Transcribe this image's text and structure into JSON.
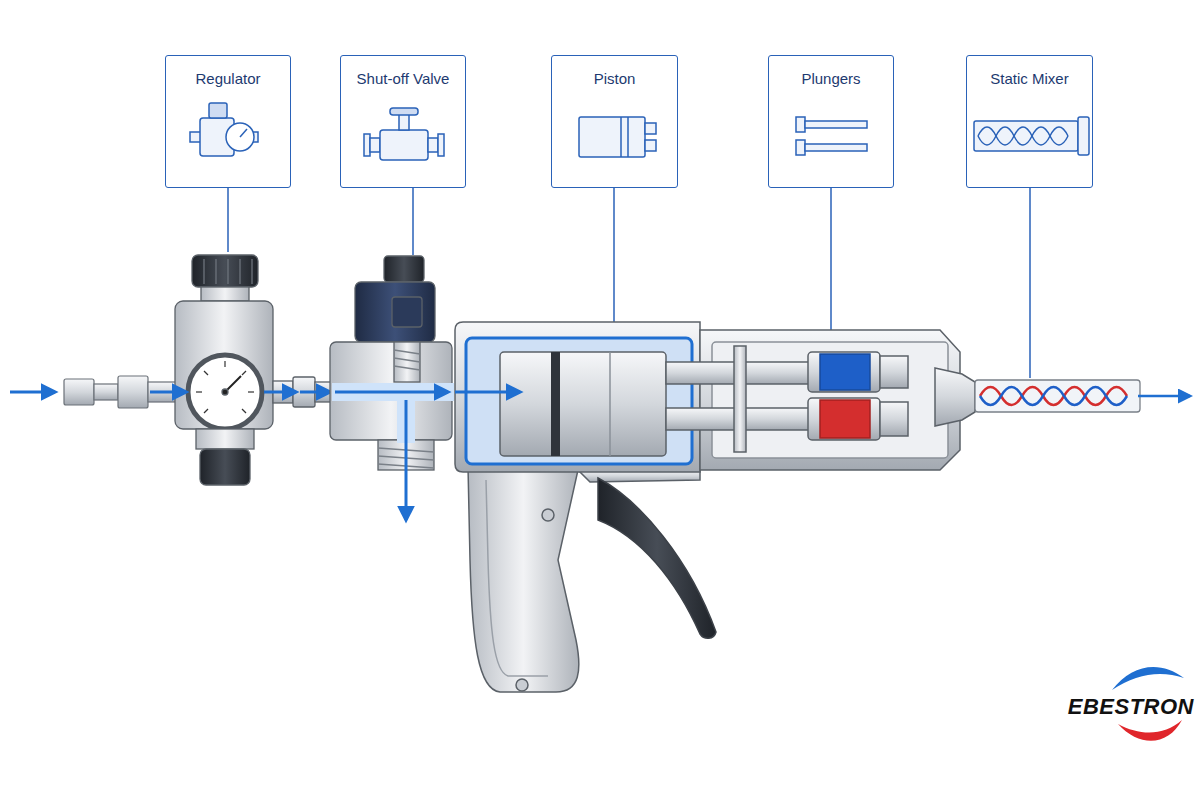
{
  "diagram": {
    "nodes": [
      {
        "text": [
          "Regulator"
        ]
      },
      {
        "text": [
          "Shut-off Valve"
        ]
      },
      {
        "text": [
          "Piston"
        ]
      },
      {
        "text": [
          "Plungers"
        ]
      },
      {
        "text": [
          "Static Mixer"
        ]
      }
    ],
    "labels": [
      "EBESTRON"
    ]
  }
}
